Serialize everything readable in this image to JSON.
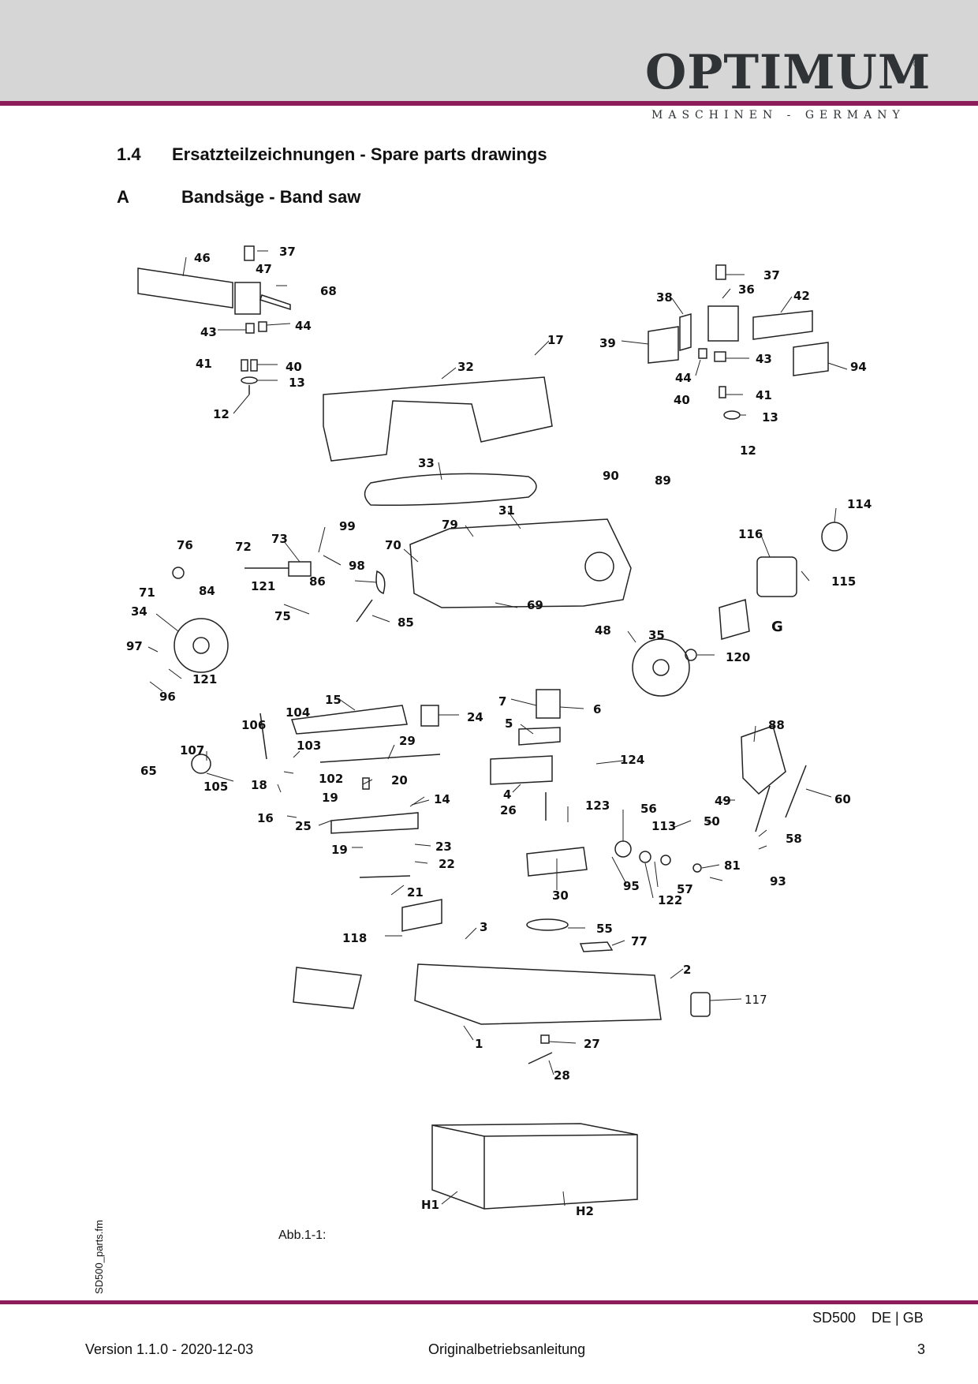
{
  "header": {
    "brand": "OPTIMUM",
    "registered": "®",
    "tagline": "MASCHINEN - GERMANY"
  },
  "section": {
    "number": "1.4",
    "title": "Ersatzteilzeichnungen - Spare parts drawings"
  },
  "subsection": {
    "letter": "A",
    "title": "Bandsäge - Band saw"
  },
  "callouts": {
    "c46": "46",
    "c37a": "37",
    "c47": "47",
    "c68": "68",
    "c43a": "43",
    "c44a": "44",
    "c41a": "41",
    "c40a": "40",
    "c13a": "13",
    "c12a": "12",
    "c37b": "37",
    "c36": "36",
    "c42": "42",
    "c38": "38",
    "c39": "39",
    "c43b": "43",
    "c94": "94",
    "c44b": "44",
    "c41b": "41",
    "c40b": "40",
    "c13b": "13",
    "c12b": "12",
    "c17": "17",
    "c32": "32",
    "c33": "33",
    "c90": "90",
    "c89": "89",
    "c31": "31",
    "c114": "114",
    "c116": "116",
    "c115": "115",
    "c79": "79",
    "c70": "70",
    "c99": "99",
    "c73": "73",
    "c76": "76",
    "c72": "72",
    "c98": "98",
    "c86": "86",
    "c71": "71",
    "c84": "84",
    "c121a": "121",
    "c34": "34",
    "c75": "75",
    "c69": "69",
    "c85": "85",
    "c48": "48",
    "c35": "35",
    "cG": "G",
    "c120": "120",
    "c97": "97",
    "c121b": "121",
    "c96": "96",
    "c15": "15",
    "c104": "104",
    "c24": "24",
    "c7": "7",
    "c6": "6",
    "c106": "106",
    "c5": "5",
    "c29": "29",
    "c88": "88",
    "c107": "107",
    "c103": "103",
    "c65": "65",
    "c124": "124",
    "c102": "102",
    "c20": "20",
    "c105": "105",
    "c18": "18",
    "c4": "4",
    "c19a": "19",
    "c14": "14",
    "c26": "26",
    "c123": "123",
    "c56": "56",
    "c49": "49",
    "c60": "60",
    "c16": "16",
    "c25": "25",
    "c113": "113",
    "c50": "50",
    "c58": "58",
    "c19b": "19",
    "c23": "23",
    "c22": "22",
    "c81": "81",
    "c93": "93",
    "c95": "95",
    "c57": "57",
    "c21": "21",
    "c30": "30",
    "c122": "122",
    "c118": "118",
    "c3": "3",
    "c55": "55",
    "c77": "77",
    "c2": "2",
    "c117": "117",
    "c1": "1",
    "c27": "27",
    "c28": "28",
    "cH1": "H1",
    "cH2": "H2"
  },
  "caption": "Abb.1-1:",
  "side_file": "SD500_parts.fm",
  "footer": {
    "model": "SD500    DE | GB",
    "version": "Version 1.1.0 - 2020-12-03",
    "doc_type": "Originalbetriebsanleitung",
    "page": "3"
  },
  "colors": {
    "header_band": "#d6d6d6",
    "accent_rule": "#8c1d5a",
    "logo": "#2f3336"
  }
}
